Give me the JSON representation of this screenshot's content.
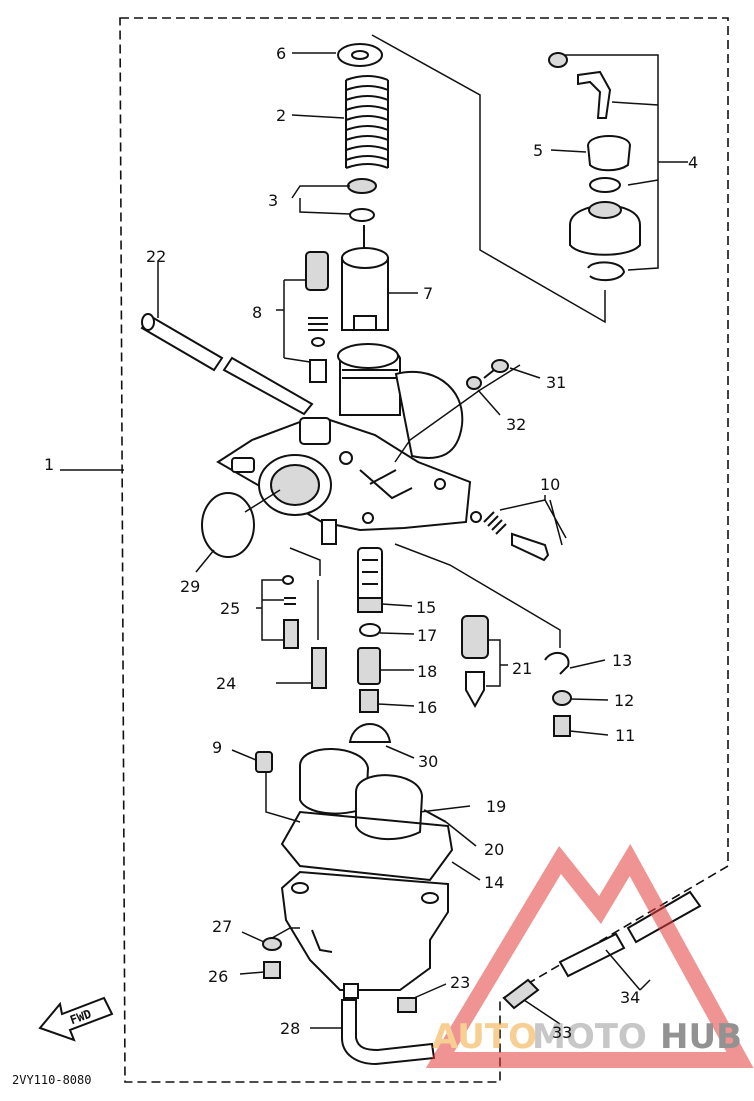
{
  "diagram": {
    "part_numbers": [
      "1",
      "2",
      "3",
      "4",
      "5",
      "6",
      "7",
      "8",
      "9",
      "10",
      "11",
      "12",
      "13",
      "14",
      "15",
      "16",
      "17",
      "18",
      "19",
      "20",
      "21",
      "22",
      "23",
      "24",
      "25",
      "26",
      "27",
      "28",
      "29",
      "30",
      "31",
      "32",
      "33",
      "34"
    ],
    "direction_label": "FWD",
    "drawing_code": "2VY110-8080"
  },
  "watermark": {
    "text_a": "AUTO",
    "text_b": "MOTO",
    "text_c": "HUB",
    "colors": {
      "triangle": "#e23b3b",
      "auto": "#f2a93b",
      "moto": "#9a9a9a",
      "hub": "#3a3a3a"
    }
  }
}
